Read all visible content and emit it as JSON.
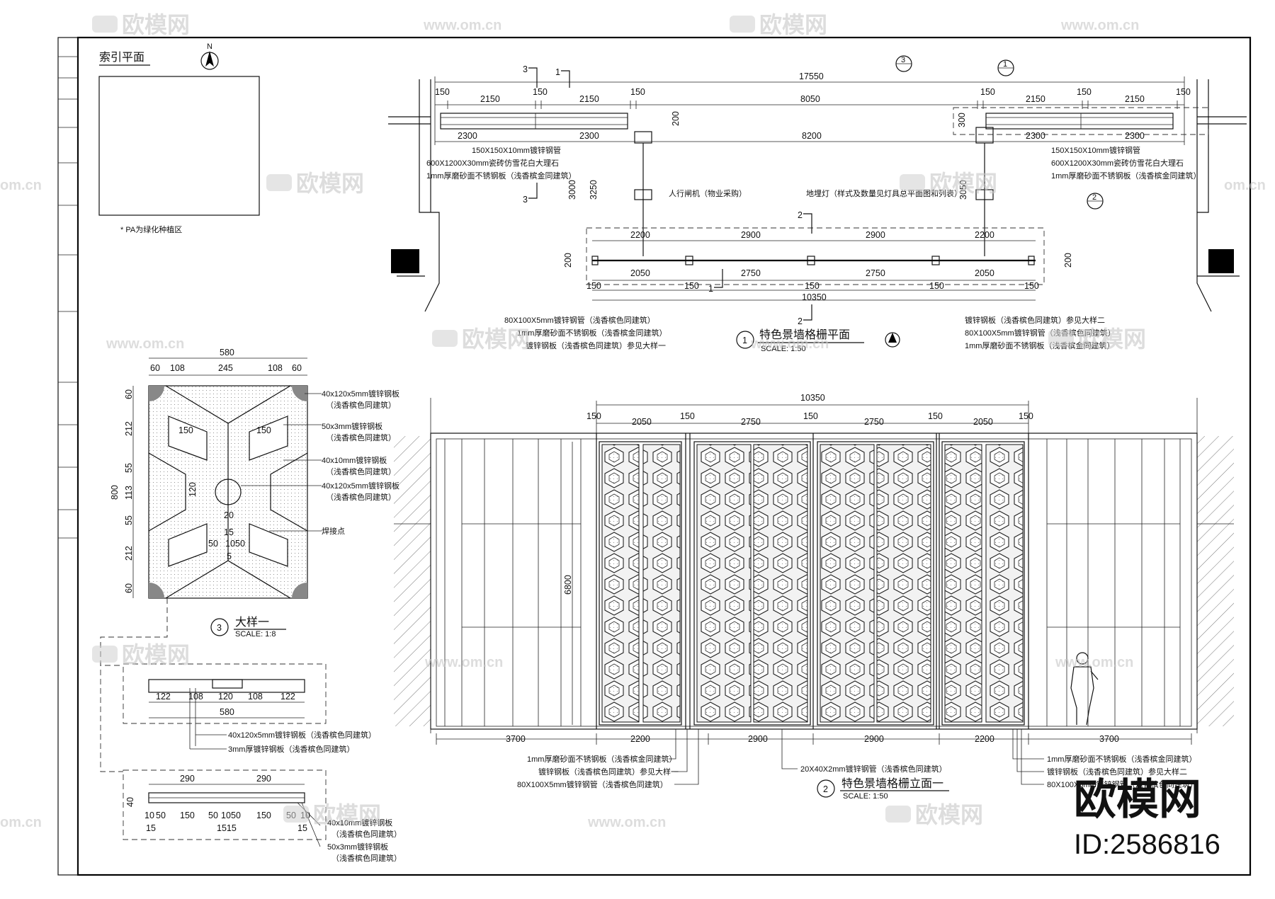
{
  "sheet": {
    "index_plan_title": "索引平面",
    "north_label": "N",
    "index_note": "* PA为绿化种植区"
  },
  "plan": {
    "title": "特色景墙格栅平面",
    "number": "1",
    "scale": "SCALE: 1:50",
    "dims_top": [
      "17550",
      "150",
      "2150",
      "150",
      "2150",
      "150",
      "8050",
      "150",
      "2150",
      "150",
      "2150",
      "150"
    ],
    "dims_second": [
      "2300",
      "2300",
      "8200",
      "2300",
      "2300"
    ],
    "dims_side": [
      "200",
      "300",
      "3000",
      "3250",
      "3050"
    ],
    "dims_lower_upper": [
      "2200",
      "2900",
      "2900",
      "2200"
    ],
    "dims_lower": [
      "2050",
      "2750",
      "2750",
      "2050"
    ],
    "dims_lower_150": [
      "150",
      "150",
      "150",
      "150",
      "150"
    ],
    "total_lower": "10350",
    "dim_200": "200",
    "section_marks": [
      "3",
      "1",
      "3",
      "2",
      "1",
      "2"
    ],
    "callout_a": "3",
    "callout_b": "1",
    "callout_c": "2",
    "notes_left": [
      "150X150X10mm镀锌钢管",
      "600X1200X30mm瓷砖仿雪花白大理石",
      "1mm厚磨砂面不锈钢板（浅香槟金同建筑）"
    ],
    "notes_right": [
      "150X150X10mm镀锌钢管",
      "600X1200X30mm瓷砖仿雪花白大理石",
      "1mm厚磨砂面不锈钢板（浅香槟金同建筑）"
    ],
    "note_mid_1": "人行闸机（物业采购）",
    "note_mid_2": "地埋灯（样式及数量见灯具总平面图和列表）",
    "notes_bottom_left": [
      "80X100X5mm镀锌钢管（浅香槟色同建筑）",
      "1mm厚磨砂面不锈钢板（浅香槟金同建筑）",
      "镀锌钢板（浅香槟色同建筑）参见大样一"
    ],
    "notes_bottom_right": [
      "镀锌钢板（浅香槟色同建筑）参见大样二",
      "80X100X5mm镀锌钢管（浅香槟色同建筑）",
      "1mm厚磨砂面不锈钢板（浅香槟金同建筑）"
    ]
  },
  "detail": {
    "title": "大样一",
    "number": "3",
    "scale": "SCALE: 1:8",
    "width_total": "580",
    "widths": [
      "60",
      "108",
      "245",
      "108",
      "60"
    ],
    "heights": [
      "60",
      "212",
      "55",
      "113",
      "55",
      "212",
      "60"
    ],
    "height_total": "800",
    "inner": [
      "150",
      "150",
      "120",
      "20",
      "15",
      "50",
      "10",
      "50",
      "5"
    ],
    "notes": [
      "40x120x5mm镀锌钢板",
      "（浅香槟色同建筑）",
      "50x3mm镀锌钢板",
      "（浅香槟色同建筑）",
      "40x10mm镀锌钢板",
      "（浅香槟色同建筑）",
      "40x120x5mm镀锌钢板",
      "（浅香槟色同建筑）",
      "焊接点"
    ]
  },
  "section_a": {
    "dims": [
      "122",
      "108",
      "120",
      "108",
      "122"
    ],
    "total": "580",
    "notes": [
      "40x120x5mm镀锌钢板（浅香槟色同建筑）",
      "3mm厚镀锌钢板（浅香槟色同建筑）"
    ]
  },
  "section_b": {
    "top": [
      "290",
      "290"
    ],
    "dims": [
      "10",
      "50",
      "150",
      "50",
      "10",
      "50",
      "150",
      "50",
      "10"
    ],
    "dims_b": [
      "15",
      "1515",
      "15"
    ],
    "side": "40",
    "notes": [
      "40x10mm镀锌钢板",
      "（浅香槟色同建筑）",
      "50x3mm镀锌钢板",
      "（浅香槟色同建筑）"
    ]
  },
  "elevation": {
    "title": "特色景墙格栅立面一",
    "number": "2",
    "scale": "SCALE: 1:50",
    "total": "10350",
    "top_dims": [
      "150",
      "2050",
      "150",
      "2750",
      "150",
      "2750",
      "150",
      "2050",
      "150"
    ],
    "height": "6800",
    "bottom_dims": [
      "3700",
      "2200",
      "2900",
      "2900",
      "2200",
      "3700"
    ],
    "notes_left": [
      "1mm厚磨砂面不锈钢板（浅香槟金同建筑）",
      "镀锌钢板（浅香槟色同建筑）参见大样一",
      "80X100X5mm镀锌钢管（浅香槟色同建筑）"
    ],
    "note_mid": "20X40X2mm镀锌钢管（浅香槟色同建筑）",
    "notes_right": [
      "1mm厚磨砂面不锈钢板（浅香槟金同建筑）",
      "镀锌钢板（浅香槟色同建筑）参见大样二",
      "80X100X5mm镀锌钢管（浅香槟色同建筑）"
    ]
  },
  "watermark": {
    "brand": "欧模网",
    "url": "www.om.cn",
    "cn": "om.cn",
    "id": "ID:2586816"
  }
}
